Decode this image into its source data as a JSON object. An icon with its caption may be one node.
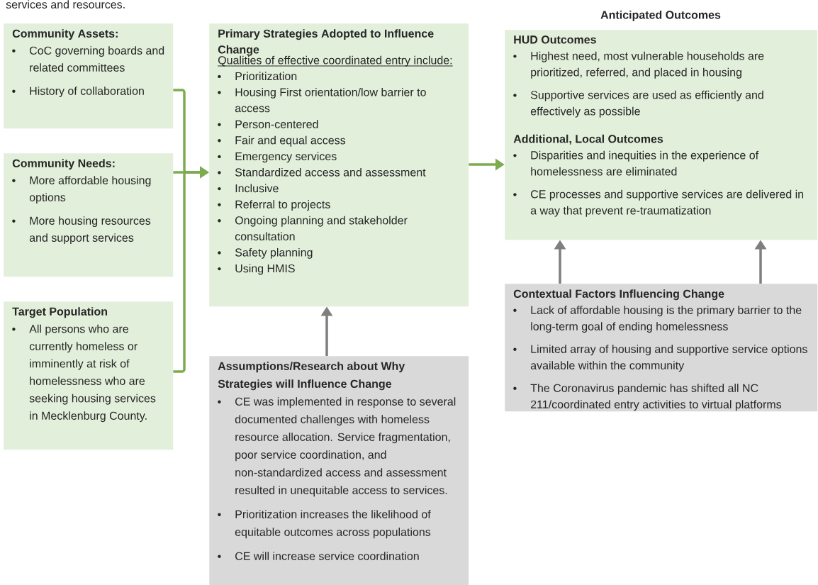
{
  "diagram": {
    "nodes": [
      {
        "text": [
          "Community Assets:",
          "CoC governing boards and related committees",
          "History of collaboration"
        ]
      },
      {
        "text": [
          "Community Needs:",
          "More affordable housing options",
          "More housing resources and support services"
        ]
      },
      {
        "text": [
          "Target Population",
          "All persons who are currently homeless or imminently at risk of homelessness who are seeking housing services in Mecklenburg County."
        ]
      },
      {
        "text": [
          "Primary Strategies Adopted to Influence Change",
          "Qualities of effective coordinated entry include:",
          "Prioritization",
          "Housing First orientation/low barrier to access",
          "Person-centered",
          "Fair and equal access",
          "Emergency services",
          "Standardized access and assessment",
          "Inclusive",
          "Referral to projects",
          "Ongoing planning and stakeholder consultation",
          "Safety planning",
          "Using HMIS"
        ]
      },
      {
        "text": [
          "Assumptions/Research about Why Strategies will Influence Change",
          "CE was implemented in response to several documented challenges with homeless resource allocation. Service fragmentation, poor service coordination, and non-standardized access and assessment resulted in unequitable access to services.",
          "Prioritization increases the likelihood of equitable outcomes across populations",
          "CE will increase service coordination"
        ]
      },
      {
        "text": [
          "Anticipated Outcomes",
          "HUD Outcomes",
          "Highest need, most vulnerable households are prioritized, referred, and placed in housing",
          "Supportive services are used as efficiently and effectively as possible",
          "Additional, Local Outcomes",
          "Disparities and inequities in the experience of homelessness are eliminated",
          "CE processes and supportive services are delivered in a way that prevent re-traumatization"
        ]
      },
      {
        "text": [
          "Contextual Factors Influencing Change",
          "Lack of affordable housing is the primary barrier to the long-term goal of ending homelessness",
          "Limited array of housing and supportive service options available within the community",
          "The Coronavirus pandemic has shifted all NC 211/coordinated entry activities to virtual platforms"
        ]
      }
    ],
    "edges": [
      {
        "from": 0,
        "to": 3,
        "arrow": "to"
      },
      {
        "from": 1,
        "to": 3,
        "arrow": "to"
      },
      {
        "from": 2,
        "to": 3,
        "arrow": "to"
      },
      {
        "from": 3,
        "to": 5,
        "arrow": "to"
      },
      {
        "from": 4,
        "to": 3,
        "arrow": "to",
        "color": "#7f7f7f"
      },
      {
        "from": 6,
        "to": 5,
        "arrow": "to",
        "color": "#7f7f7f"
      },
      {
        "from": 6,
        "to": 5,
        "arrow": "to",
        "color": "#7f7f7f"
      }
    ],
    "labels": [
      "services and resources."
    ]
  }
}
